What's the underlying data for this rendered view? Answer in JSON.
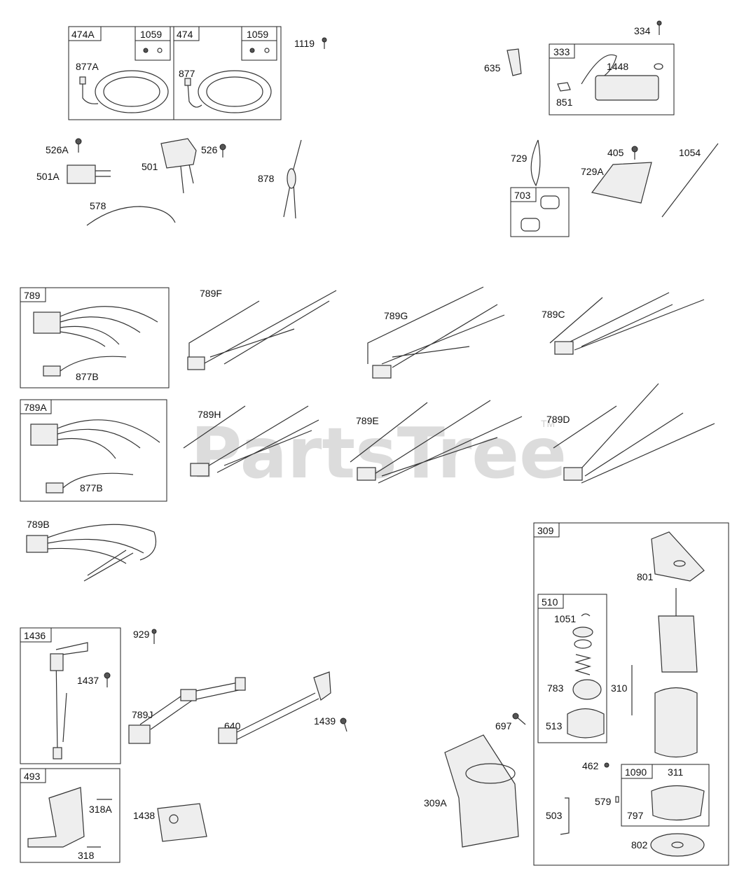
{
  "watermark": {
    "text": "PartsTree",
    "tm": "TM"
  },
  "labels": {
    "l474A": "474A",
    "l1059a": "1059",
    "l474": "474",
    "l1059b": "1059",
    "l1119": "1119",
    "l877A": "877A",
    "l877": "877",
    "l334": "334",
    "l635": "635",
    "l333": "333",
    "l1448": "1448",
    "l851": "851",
    "l526A": "526A",
    "l501A": "501A",
    "l501": "501",
    "l526": "526",
    "l578": "578",
    "l878": "878",
    "l729": "729",
    "l405": "405",
    "l1054": "1054",
    "l729A": "729A",
    "l703": "703",
    "l789": "789",
    "l877B1": "877B",
    "l789F": "789F",
    "l789G": "789G",
    "l789C": "789C",
    "l789A": "789A",
    "l877B2": "877B",
    "l789H": "789H",
    "l789E": "789E",
    "l789D": "789D",
    "l789B": "789B",
    "l1436": "1436",
    "l1437": "1437",
    "l929": "929",
    "l789J": "789J",
    "l640": "640",
    "l1439": "1439",
    "l493": "493",
    "l318A": "318A",
    "l318": "318",
    "l1438": "1438",
    "l697": "697",
    "l309A": "309A",
    "l309": "309",
    "l801": "801",
    "l510": "510",
    "l1051": "1051",
    "l783": "783",
    "l513": "513",
    "l310": "310",
    "l462": "462",
    "l1090": "1090",
    "l311": "311",
    "l579": "579",
    "l797": "797",
    "l503": "503",
    "l802": "802"
  }
}
